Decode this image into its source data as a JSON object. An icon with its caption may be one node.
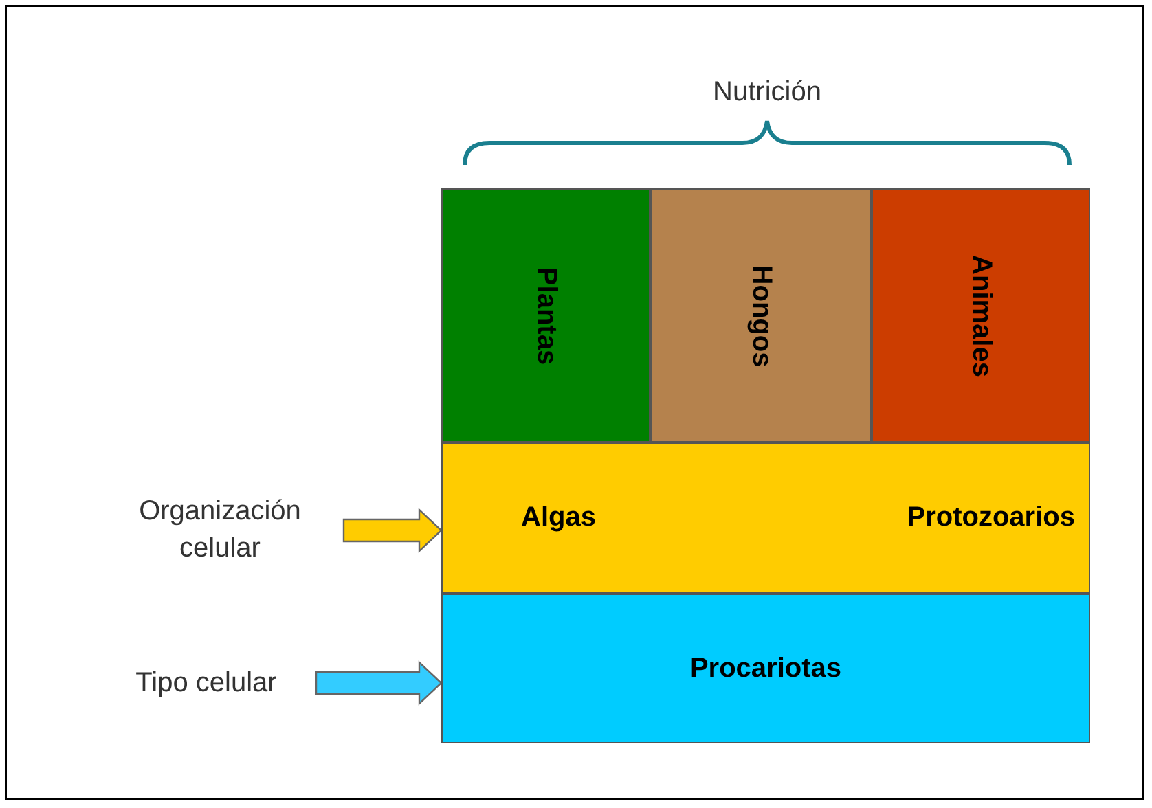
{
  "diagram": {
    "nodes": [
      {
        "text": [
          "Plantas"
        ]
      },
      {
        "text": [
          "Hongos"
        ]
      },
      {
        "text": [
          "Animales"
        ]
      },
      {
        "text": [
          "Organización celular"
        ]
      },
      {
        "text": [
          "Algas",
          "Protozoarios"
        ]
      },
      {
        "text": [
          "Tipo celular"
        ]
      },
      {
        "text": [
          "Procariotas"
        ]
      }
    ],
    "edges": [
      {
        "from": 3,
        "to": 4,
        "arrow": "to",
        "color": "#ffcc00"
      },
      {
        "from": 5,
        "to": 6,
        "arrow": "to",
        "color": "#33ccff"
      }
    ],
    "labels": [
      "Nutrición"
    ]
  }
}
